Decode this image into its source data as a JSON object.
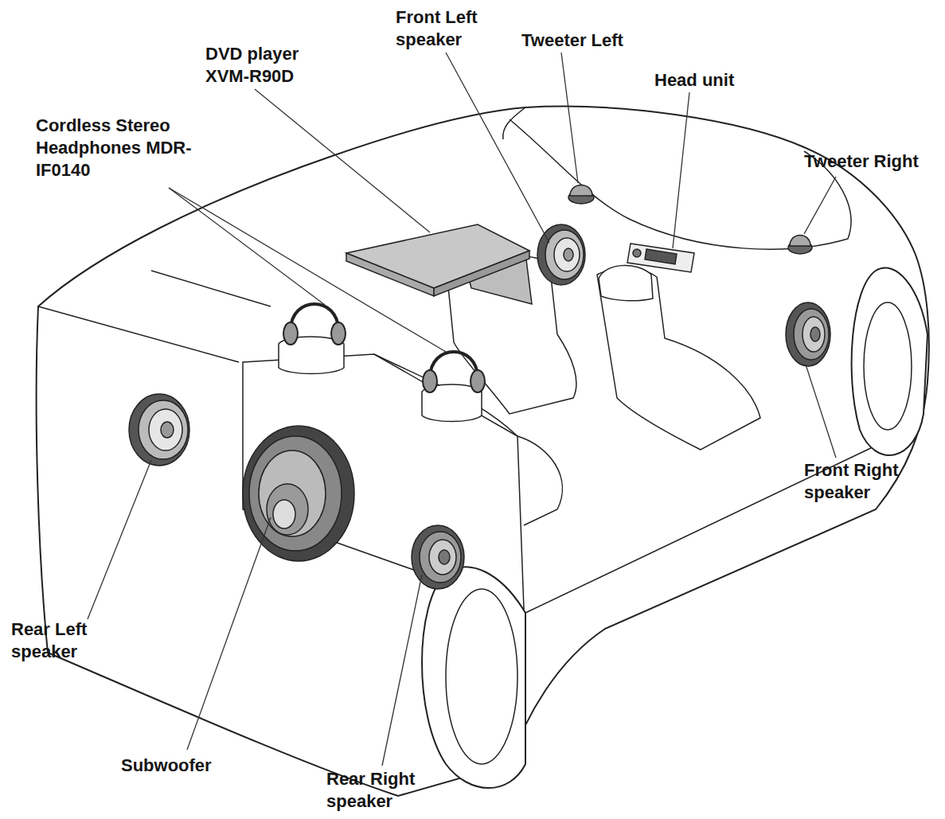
{
  "diagram": {
    "labels": [
      "Front Left speaker",
      "Tweeter Left",
      "DVD player XVM-R90D",
      "Head unit",
      "Cordless Stereo Headphones MDR-IF0140",
      "Tweeter Right",
      "Front Right speaker",
      "Rear Left speaker",
      "Subwoofer",
      "Rear Right speaker"
    ]
  }
}
